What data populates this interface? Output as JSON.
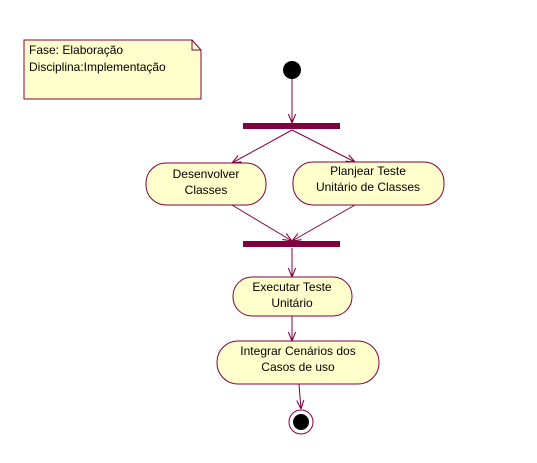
{
  "note": {
    "line1": "Fase: Elaboração",
    "line2": "Disciplina:Implementação"
  },
  "activities": {
    "desenvolver": {
      "line1": "Desenvolver",
      "line2": "Classes"
    },
    "planejar": {
      "line1": "Planjear Teste",
      "line2": "Unitário de Classes"
    },
    "executar": {
      "line1": "Executar Teste",
      "line2": "Unitário"
    },
    "integrar": {
      "line1": "Integrar Cenários dos",
      "line2": "Casos de uso"
    }
  },
  "colors": {
    "line": "#800040",
    "fill": "#ffffcc",
    "bar": "#800040",
    "node": "#000000"
  }
}
